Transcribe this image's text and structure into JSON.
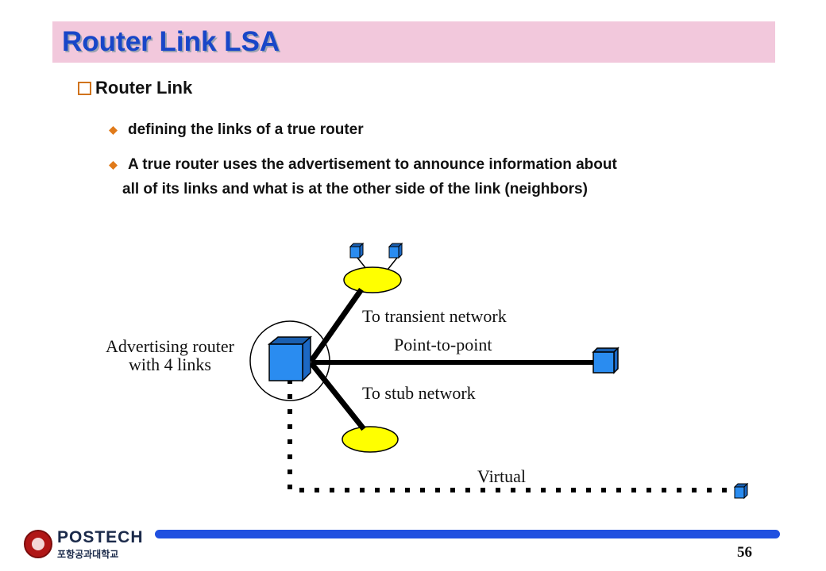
{
  "slide": {
    "title": "Router Link LSA",
    "heading": "Router Link",
    "bullets": [
      "defining the links of a true router",
      "A true router uses the advertisement to announce information about",
      "all of its links and what is at the other side of the link (neighbors)"
    ],
    "page_number": "56"
  },
  "diagram": {
    "router_label_line1": "Advertising router",
    "router_label_line2": "with 4  links",
    "link_labels": {
      "transient": "To transient network",
      "point_to_point": "Point-to-point",
      "stub": "To stub network",
      "virtual": "Virtual"
    }
  },
  "footer": {
    "logo_name": "POSTECH",
    "logo_sub": "포항공과대학교"
  },
  "colors": {
    "title_bar": "#f2c8dc",
    "title_text": "#1846c8",
    "router_blue": "#2a8cf0",
    "network_yellow": "#ffff00",
    "footer_line": "#2050e0"
  }
}
